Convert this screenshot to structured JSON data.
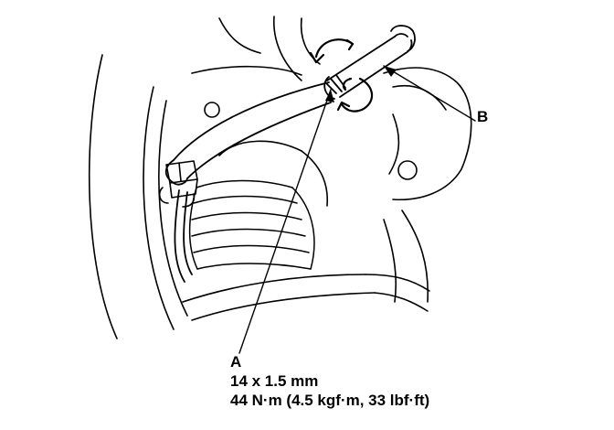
{
  "callouts": {
    "part_a": "A",
    "part_b": "B"
  },
  "specs": {
    "thread": "14 x 1.5 mm",
    "torque": "44 N·m (4.5 kgf·m, 33 lbf·ft)"
  },
  "colors": {
    "ink": "#000000",
    "paper": "#ffffff"
  },
  "icons": {
    "rotation": "curved-double-arrow-icon"
  }
}
